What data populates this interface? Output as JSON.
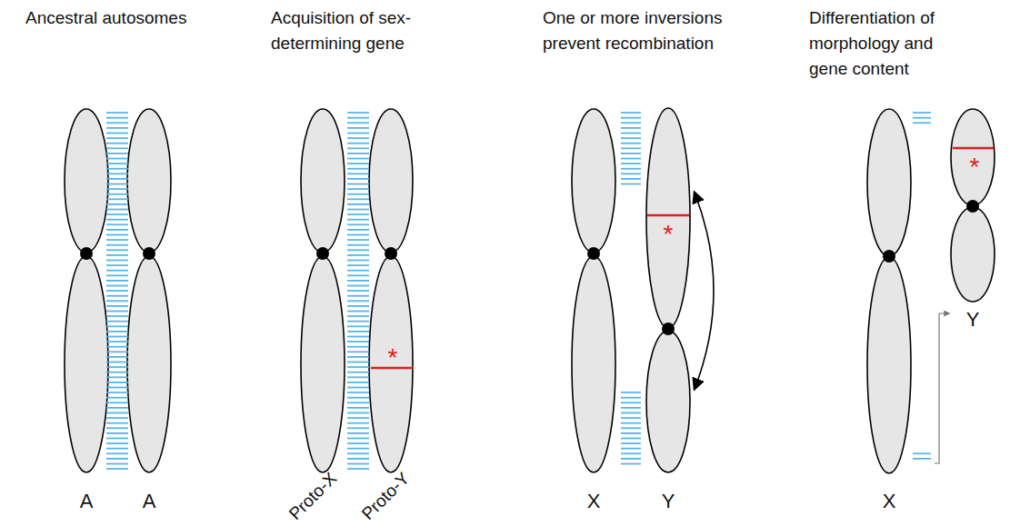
{
  "diagram": {
    "labels": [
      "Ancestral autosomes",
      "Acquisition of sex-determining gene",
      "One or more inversions prevent recombination",
      "Differentiation of morphology and gene content",
      "A",
      "A",
      "Proto-X",
      "Proto-Y",
      "*",
      "X",
      "Y",
      "*",
      "X",
      "*",
      "Y"
    ]
  }
}
